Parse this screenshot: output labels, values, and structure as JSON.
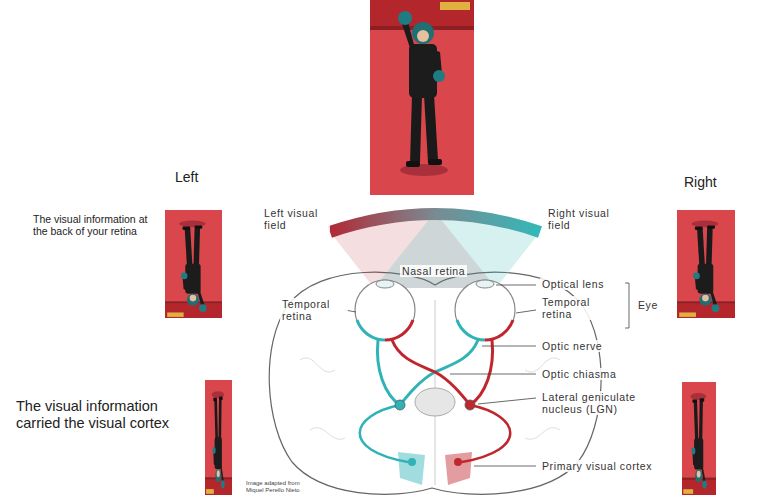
{
  "diagram": {
    "labels": [
      "Left",
      "Right",
      "The visual information at the back of your retina",
      "Left visual field",
      "Right visual field",
      "Nasal retina",
      "Optical lens",
      "Temporal retina",
      "Temporal retina",
      "Eye",
      "Optic nerve",
      "Optic chiasma",
      "The visual information carried the visual cortex",
      "Lateral geniculate nucleus (LGN)",
      "Primary visual cortex",
      "Image adapted from Miquel Perello Nieto"
    ]
  }
}
